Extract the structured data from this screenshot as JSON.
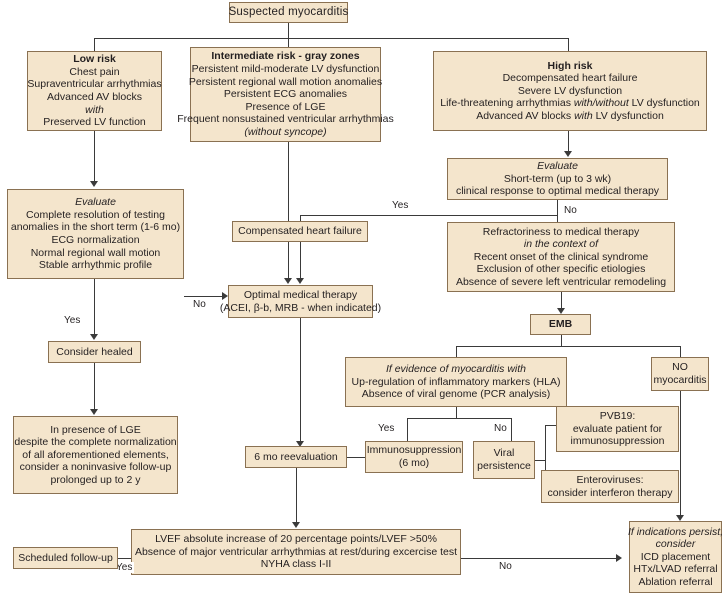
{
  "diagram": {
    "title": "Suspected myocarditis",
    "palette": {
      "box_fill": "#f4e5cc",
      "box_border": "#8a7152",
      "line": "#3a3a3a",
      "text": "#231f20",
      "page_bg": "#ffffff"
    }
  },
  "nodes": {
    "suspected_myocarditis": {
      "lines": [
        "Suspected  myocarditis"
      ]
    },
    "low_risk": {
      "heading": "Low risk",
      "lines": [
        "Chest pain",
        "Supraventricular arrhythmias",
        "Advanced AV blocks",
        "with",
        "Preserved LV function"
      ]
    },
    "intermediate_risk": {
      "heading": "Intermediate risk - gray zones",
      "lines": [
        "Persistent mild-moderate LV dysfunction",
        "Persistent regional wall motion anomalies",
        "Persistent ECG anomalies",
        "Presence of LGE",
        "Frequent nonsustained ventricular arrhythmias",
        "(without syncope)"
      ]
    },
    "high_risk": {
      "heading": "High risk",
      "lines": [
        "Decompensated heart failure",
        "Severe LV dysfunction",
        "Life-threatening arrhythmias with/without LV dysfunction",
        "Advanced AV blocks with LV dysfunction"
      ],
      "line3_pre": "Life-threatening arrhythmias ",
      "line3_ital": "with/without",
      "line3_post": " LV dysfunction",
      "line4_pre": "Advanced AV blocks ",
      "line4_ital": "with",
      "line4_post": " LV dysfunction"
    },
    "evaluate_left": {
      "heading": "Evaluate",
      "lines": [
        "Complete resolution of testing",
        "anomalies in the short term (1-6 mo)",
        "ECG normalization",
        "Normal regional wall motion",
        "Stable arrhythmic profile"
      ]
    },
    "evaluate_right": {
      "heading": "Evaluate",
      "lines": [
        "Short-term (up to 3 wk)",
        "clinical response to optimal medical therapy"
      ]
    },
    "compensated_hf": {
      "lines": [
        "Compensated heart failure"
      ]
    },
    "refractoriness": {
      "line1": "Refractoriness to medical therapy",
      "line2_ital": "in the context of",
      "lines": [
        "Recent onset of the clinical syndrome",
        "Exclusion of other specific etiologies",
        "Absence of severe left ventricular remodeling"
      ]
    },
    "optimal_therapy": {
      "line1": "Optimal medical therapy",
      "line2": "(ACEI, β-b, MRB - when indicated)"
    },
    "emb": {
      "lines": [
        "EMB"
      ]
    },
    "consider_healed": {
      "lines": [
        "Consider healed"
      ]
    },
    "evidence_myocarditis": {
      "line1_ital": "If evidence of myocarditis with",
      "lines": [
        "Up-regulation of inflammatory markers (HLA)",
        "Absence of viral genome (PCR analysis)"
      ]
    },
    "no_myocarditis": {
      "lines": [
        "NO",
        "myocarditis"
      ]
    },
    "lge_followup": {
      "lines": [
        "In presence of LGE",
        "despite the complete normalization",
        "of all aforementioned elements,",
        "consider a noninvasive follow-up",
        "prolonged up to 2 y"
      ]
    },
    "immunosuppression": {
      "lines": [
        "Immunosuppression",
        "(6 mo)"
      ]
    },
    "viral_persistence": {
      "lines": [
        "Viral",
        "persistence"
      ]
    },
    "pvb19": {
      "lines": [
        "PVB19:",
        "evaluate patient for",
        "immunosuppression"
      ]
    },
    "enteroviruses": {
      "lines": [
        "Enteroviruses:",
        "consider interferon therapy"
      ]
    },
    "six_mo_reevaluation": {
      "lines": [
        "6 mo reevaluation"
      ]
    },
    "lvef_criteria": {
      "lines": [
        "LVEF absolute increase of 20 percentage points/LVEF >50%",
        "Absence of major ventricular arrhythmias at rest/during excercise test",
        "NYHA class I-II"
      ]
    },
    "scheduled_followup": {
      "lines": [
        "Scheduled follow-up"
      ]
    },
    "indications_persist": {
      "line1_ital": "If indications persist,",
      "line2_ital": "consider",
      "lines": [
        "ICD placement",
        "HTx/LVAD referral",
        "Ablation referral"
      ]
    }
  },
  "edge_labels": {
    "evaluate_left_yes": "Yes",
    "evaluate_left_no": "No",
    "evaluate_right_yes": "Yes",
    "evaluate_right_no": "No",
    "immunosuppression_yes": "Yes",
    "viral_persistence_no": "No",
    "lvef_yes": "Yes",
    "lvef_no": "No"
  }
}
